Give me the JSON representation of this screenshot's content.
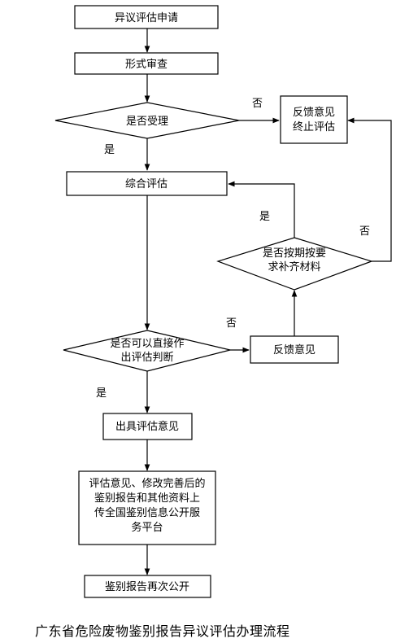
{
  "diagram": {
    "nodes": {
      "apply": "异议评估申请",
      "form_review": "形式审查",
      "accept_q": "是否受理",
      "feedback_stop": [
        "反馈意见",
        "终止评估"
      ],
      "comprehensive": "综合评估",
      "supplement_q": [
        "是否按期按要",
        "求补齐材料"
      ],
      "direct_q": [
        "是否可以直接作",
        "出评估判断"
      ],
      "feedback": "反馈意见",
      "issue_opinion": "出具评估意见",
      "upload": [
        "评估意见、修改完善后的",
        "鉴别报告和其他资料上",
        "传全国鉴别信息公开服",
        "务平台"
      ],
      "republish": "鉴别报告再次公开"
    },
    "edge_labels": {
      "accept_no": "否",
      "accept_yes": "是",
      "supplement_yes": "是",
      "supplement_no": "否",
      "direct_no": "否",
      "direct_yes": "是"
    }
  },
  "caption": "广东省危险废物鉴别报告异议评估办理流程"
}
